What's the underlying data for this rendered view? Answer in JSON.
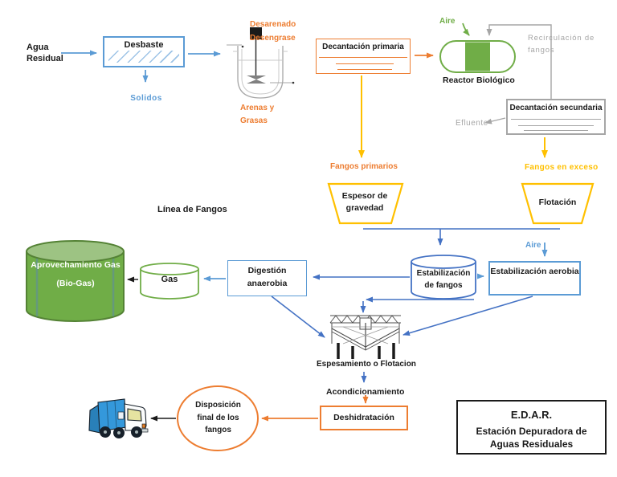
{
  "diagram_title": "E.D.A.R. Estación Depuradora de Aguas Residuales - diagrama de proceso",
  "colors": {
    "accent_blue_light": "#5B9BD5",
    "accent_blue_dark": "#4472C4",
    "accent_orange": "#ED7D31",
    "accent_gold": "#FFC000",
    "accent_green": "#70AD47",
    "accent_green_dark": "#548235",
    "accent_gray": "#A6A6A6",
    "text_black": "#1a1a1a"
  },
  "labels": {
    "agua_residual": "Agua Residual",
    "desbaste": "Desbaste",
    "solidos": "Solidos",
    "desarenado": "Desarenado",
    "desengrase": "Desengrase",
    "arenas_grasas": "Arenas y Grasas",
    "decantacion_primaria": "Decantación primaria",
    "aire_reactor": "Aire",
    "reactor_biologico": "Reactor Biológico",
    "recirculacion_fangos": "Recirculación de fangos",
    "decantacion_secundaria": "Decantación secundaria",
    "efluente": "Efluente",
    "fangos_primarios": "Fangos primarios",
    "fangos_en_exceso": "Fangos en exceso",
    "linea_de_fangos": "Línea de Fangos",
    "espesor_gravedad": "Espesor de gravedad",
    "flotacion": "Flotación",
    "aprovechamiento_l1": "Aprovechamiento Gas",
    "aprovechamiento_l2": "(Bio-Gas)",
    "gas": "Gas",
    "digestion_anaerobia": "Digestión anaerobia",
    "estabilizacion_fangos": "Estabilización de fangos",
    "aire_aerobia": "Aire",
    "estabilizacion_aerobia": "Estabilización aerobia",
    "espesamiento_flotacion": "Espesamiento o Flotacion",
    "acondicionamiento": "Acondicionamiento",
    "deshidratacion": "Deshidratación",
    "disposicion_final": "Disposición final de los fangos",
    "edar_title": "E.D.A.R.",
    "edar_subtitle": "Estación Depuradora de Aguas Residuales"
  },
  "icons": {
    "stirred_tank_icon": "vessel with motor and impeller (desarenado/desengrase unit)",
    "clarifier_icon": "bridge thickener / flotation tank line drawing",
    "garbage_truck_icon": "blue garbage truck clip-art"
  }
}
